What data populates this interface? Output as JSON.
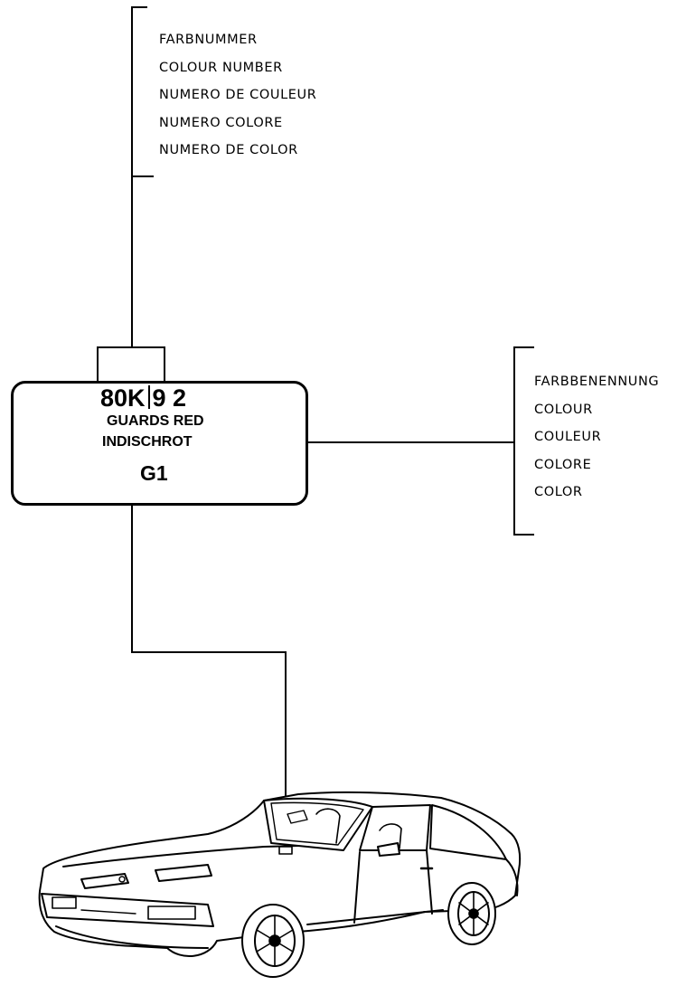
{
  "colour_number_labels": [
    "FARBNUMMER",
    "COLOUR NUMBER",
    "NUMERO DE COULEUR",
    "NUMERO COLORE",
    "NUMERO DE COLOR"
  ],
  "colour_name_labels": [
    "FARBBENENNUNG",
    "COLOUR",
    "COULEUR",
    "COLORE",
    "COLOR"
  ],
  "plate": {
    "code_part1": "80K",
    "code_part2": "9 2",
    "name_en": "GUARDS RED",
    "name_de": "INDISCHROT",
    "group": "G1"
  },
  "car": {
    "icon": "car-illustration"
  }
}
